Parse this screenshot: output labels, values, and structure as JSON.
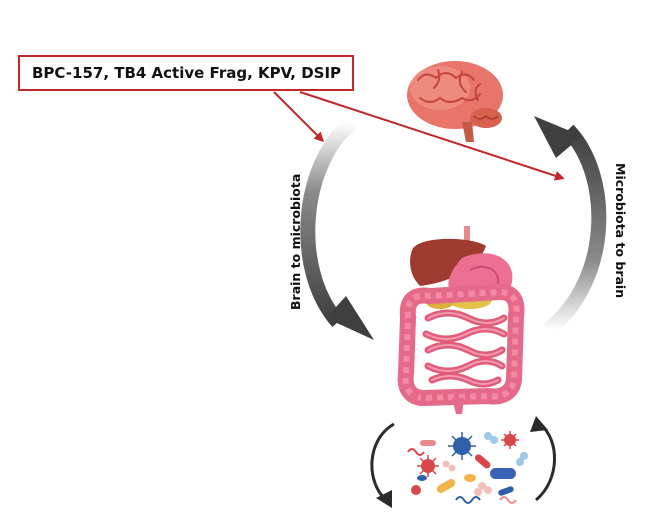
{
  "peptides": {
    "label": "BPC-157, TB4 Active Frag, KPV, DSIP",
    "accent_color": "#c0282a"
  },
  "arrows": {
    "brain_to_microbiota": "Brain to microbiota",
    "microbiota_to_brain": "Microbiota to brain",
    "arc_color": "#555555"
  },
  "icons": {
    "brain": "brain-icon",
    "gut": "digestive-system-icon",
    "microbes": "microbiota-icon"
  }
}
